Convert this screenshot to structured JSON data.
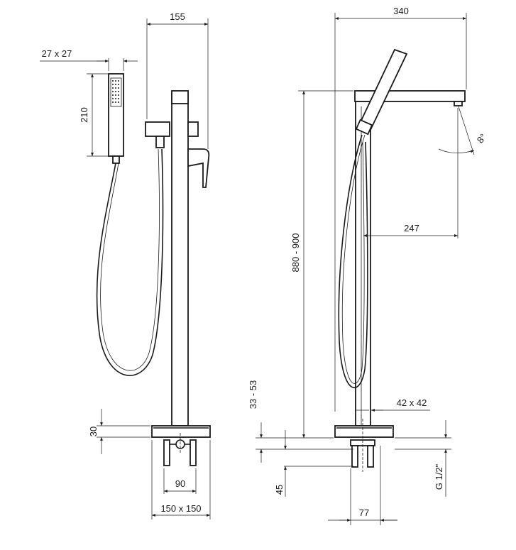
{
  "labels": {
    "width_side": "155",
    "width_front": "340",
    "hand_shower_section": "27 x 27",
    "hand_shower_length": "210",
    "height": "880 - 900",
    "spout_reach": "247",
    "tilt_angle": "8°",
    "column_section": "42 x 42",
    "adjust_range": "33 - 53",
    "base_height": "30",
    "connection_spacing": "90",
    "base_size": "150 x 150",
    "connection_depth": "45",
    "thread": "G 1/2\"",
    "connection_width": "77"
  }
}
